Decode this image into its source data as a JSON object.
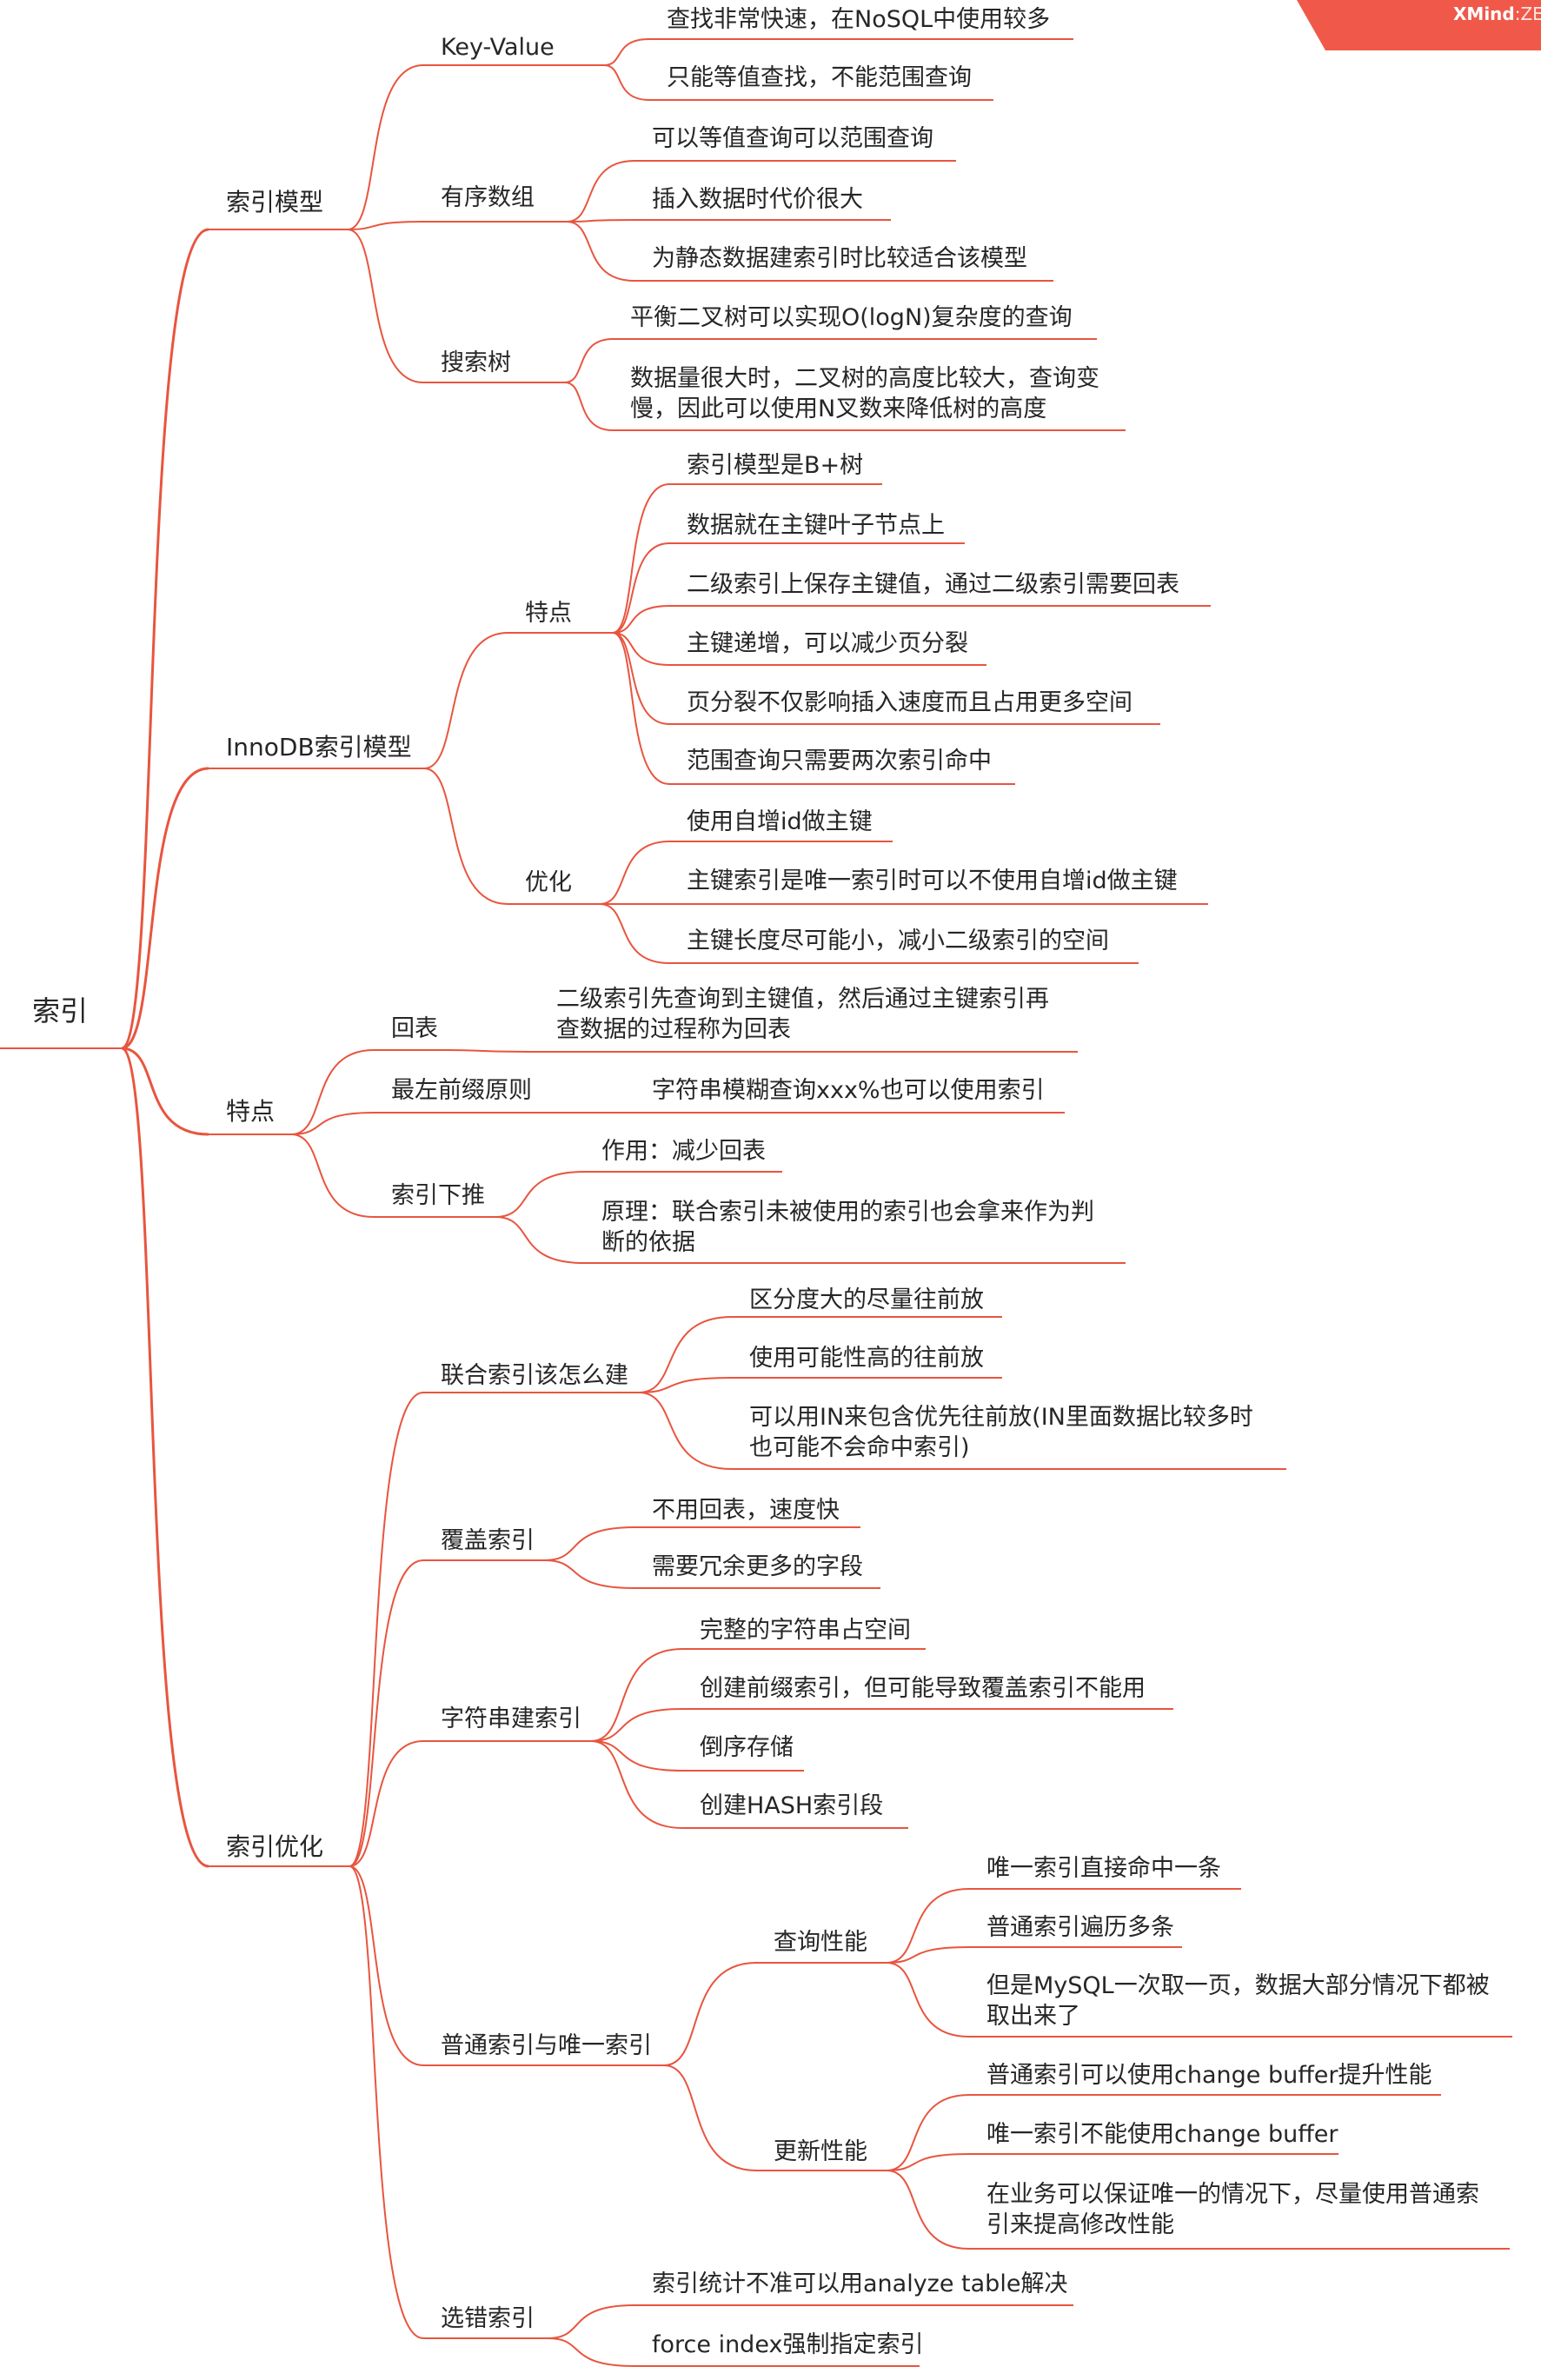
{
  "brand": {
    "name": "XMind",
    "edition": ":ZE",
    "color": "#F0594A"
  },
  "theme": {
    "line_color": "#E8553F",
    "text_color": "#262626"
  },
  "mindmap": {
    "label": "索引",
    "children": [
      {
        "label": "索引模型",
        "children": [
          {
            "label": "Key-Value",
            "children": [
              {
                "label": "查找非常快速，在NoSQL中使用较多"
              },
              {
                "label": "只能等值查找，不能范围查询"
              }
            ]
          },
          {
            "label": "有序数组",
            "children": [
              {
                "label": "可以等值查询可以范围查询"
              },
              {
                "label": "插入数据时代价很大"
              },
              {
                "label": "为静态数据建索引时比较适合该模型"
              }
            ]
          },
          {
            "label": "搜索树",
            "children": [
              {
                "label": "平衡二叉树可以实现O(logN)复杂度的查询"
              },
              {
                "label": "数据量很大时，二叉树的高度比较大，查询变\n慢，因此可以使用N叉数来降低树的高度"
              }
            ]
          }
        ]
      },
      {
        "label": "InnoDB索引模型",
        "children": [
          {
            "label": "特点",
            "children": [
              {
                "label": "索引模型是B+树"
              },
              {
                "label": "数据就在主键叶子节点上"
              },
              {
                "label": "二级索引上保存主键值，通过二级索引需要回表"
              },
              {
                "label": "主键递增，可以减少页分裂"
              },
              {
                "label": "页分裂不仅影响插入速度而且占用更多空间"
              },
              {
                "label": "范围查询只需要两次索引命中"
              }
            ]
          },
          {
            "label": "优化",
            "children": [
              {
                "label": "使用自增id做主键"
              },
              {
                "label": "主键索引是唯一索引时可以不使用自增id做主键"
              },
              {
                "label": "主键长度尽可能小，减小二级索引的空间"
              }
            ]
          }
        ]
      },
      {
        "label": "特点",
        "children": [
          {
            "label": "回表",
            "children": [
              {
                "label": "二级索引先查询到主键值，然后通过主键索引再\n查数据的过程称为回表"
              }
            ]
          },
          {
            "label": "最左前缀原则",
            "children": [
              {
                "label": "字符串模糊查询xxx%也可以使用索引"
              }
            ]
          },
          {
            "label": "索引下推",
            "children": [
              {
                "label": "作用：减少回表"
              },
              {
                "label": "原理：联合索引未被使用的索引也会拿来作为判\n断的依据"
              }
            ]
          }
        ]
      },
      {
        "label": "索引优化",
        "children": [
          {
            "label": "联合索引该怎么建",
            "children": [
              {
                "label": "区分度大的尽量往前放"
              },
              {
                "label": "使用可能性高的往前放"
              },
              {
                "label": "可以用IN来包含优先往前放(IN里面数据比较多时\n也可能不会命中索引)"
              }
            ]
          },
          {
            "label": "覆盖索引",
            "children": [
              {
                "label": "不用回表，速度快"
              },
              {
                "label": "需要冗余更多的字段"
              }
            ]
          },
          {
            "label": "字符串建索引",
            "children": [
              {
                "label": "完整的字符串占空间"
              },
              {
                "label": "创建前缀索引，但可能导致覆盖索引不能用"
              },
              {
                "label": "倒序存储"
              },
              {
                "label": "创建HASH索引段"
              }
            ]
          },
          {
            "label": "普通索引与唯一索引",
            "children": [
              {
                "label": "查询性能",
                "children": [
                  {
                    "label": "唯一索引直接命中一条"
                  },
                  {
                    "label": "普通索引遍历多条"
                  },
                  {
                    "label": "但是MySQL一次取一页，数据大部分情况下都被\n取出来了"
                  }
                ]
              },
              {
                "label": "更新性能",
                "children": [
                  {
                    "label": "普通索引可以使用change buffer提升性能"
                  },
                  {
                    "label": "唯一索引不能使用change buffer"
                  },
                  {
                    "label": "在业务可以保证唯一的情况下，尽量使用普通索\n引来提高修改性能"
                  }
                ]
              }
            ]
          },
          {
            "label": "选错索引",
            "children": [
              {
                "label": "索引统计不准可以用analyze table解决"
              },
              {
                "label": "force index强制指定索引"
              }
            ]
          }
        ]
      }
    ]
  }
}
